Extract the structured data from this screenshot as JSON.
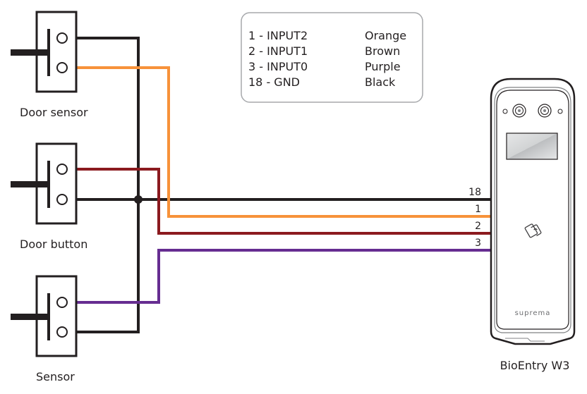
{
  "legend": {
    "rows": [
      {
        "pin": "1 - INPUT2",
        "color_name": "Orange"
      },
      {
        "pin": "2 - INPUT1",
        "color_name": "Brown"
      },
      {
        "pin": "3 - INPUT0",
        "color_name": "Purple"
      },
      {
        "pin": "18 - GND",
        "color_name": "Black"
      }
    ]
  },
  "devices": {
    "door_sensor": "Door sensor",
    "door_button": "Door button",
    "sensor": "Sensor",
    "reader": "BioEntry W3",
    "reader_brand": "suprema"
  },
  "pins": {
    "gnd": "18",
    "input2": "1",
    "input1": "2",
    "input0": "3"
  },
  "colors": {
    "black": "#231f20",
    "orange": "#f7923a",
    "brown": "#8b1a1f",
    "purple": "#662d91"
  },
  "icons": {
    "card": "rfid-card-icon"
  }
}
